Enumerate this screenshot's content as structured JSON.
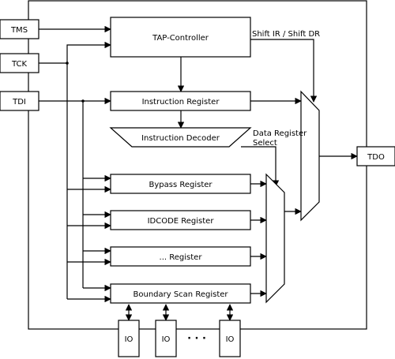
{
  "pins": {
    "tms": "TMS",
    "tck": "TCK",
    "tdi": "TDI",
    "tdo": "TDO"
  },
  "blocks": {
    "tap_controller": "TAP-Controller",
    "instruction_register": "Instruction Register",
    "instruction_decoder": "Instruction Decoder",
    "bypass_register": "Bypass Register",
    "idcode_register": "IDCODE Register",
    "other_register": "... Register",
    "boundary_scan_register": "Boundary Scan Register"
  },
  "signals": {
    "shift_ir_dr": "Shift IR / Shift DR",
    "dr_select_line1": "Data Register",
    "dr_select_line2": "Select"
  },
  "io": {
    "io1": "IO",
    "io2": "IO",
    "io3": "IO",
    "ellipsis": "· · ·"
  }
}
